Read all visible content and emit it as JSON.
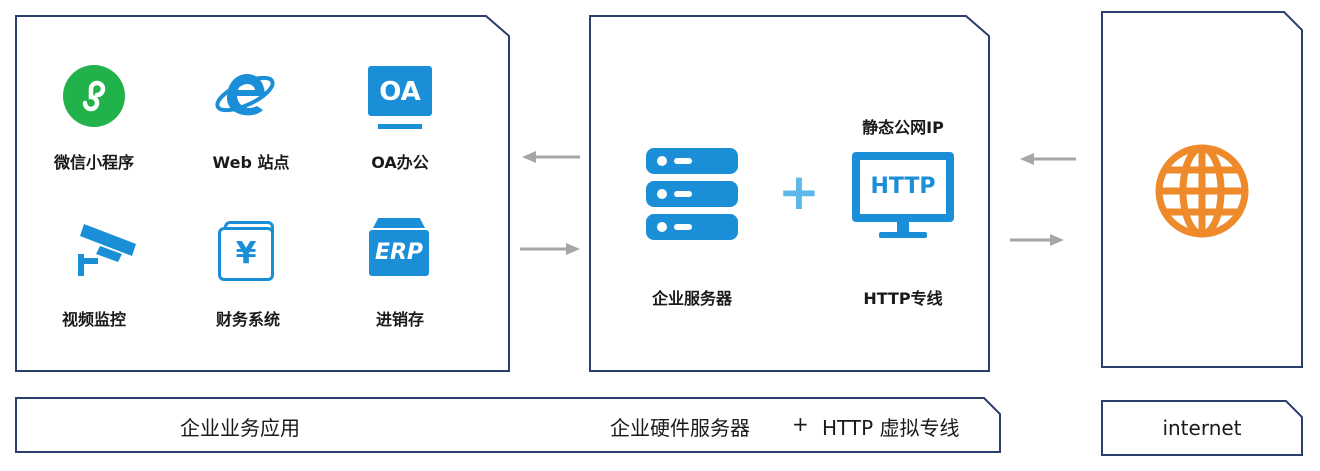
{
  "colors": {
    "border": "#2c3e6b",
    "blue": "#1a8fd8",
    "green": "#22b24c",
    "orange": "#ee8a2a",
    "arrow": "#a6a6a6",
    "monitor_gray": "#7f9bb3"
  },
  "apps_panel": {
    "items": [
      {
        "label": "微信小程序",
        "icon": "wechat-miniprogram-icon"
      },
      {
        "label": "Web 站点",
        "icon": "internet-explorer-icon"
      },
      {
        "label": "OA办公",
        "icon": "oa-monitor-icon",
        "icon_text": "OA"
      },
      {
        "label": "视频监控",
        "icon": "surveillance-camera-icon"
      },
      {
        "label": "财务系统",
        "icon": "finance-yen-icon",
        "icon_text": "¥"
      },
      {
        "label": "进销存",
        "icon": "erp-box-icon",
        "icon_text": "ERP"
      }
    ]
  },
  "server_panel": {
    "server_label": "企业服务器",
    "plus": "+",
    "static_ip_label": "静态公网IP",
    "http_monitor_text": "HTTP",
    "http_label": "HTTP专线"
  },
  "internet_panel": {
    "icon": "globe-icon"
  },
  "footer": {
    "left_label": "企业业务应用",
    "middle_label": "企业硬件服务器",
    "plus": "+",
    "right_label": "HTTP 虚拟专线",
    "internet_label": "internet"
  }
}
